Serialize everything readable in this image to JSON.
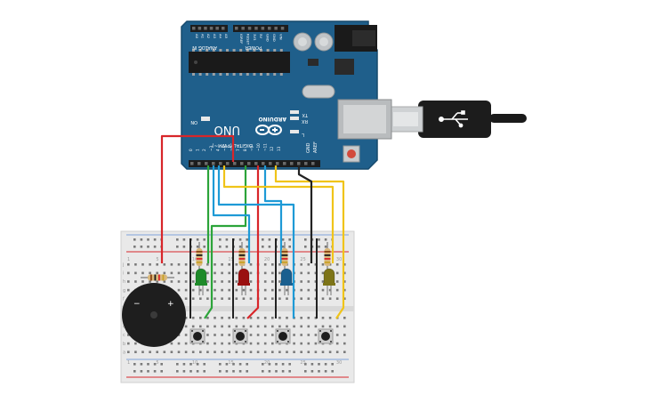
{
  "board": {
    "brand": "ARDUINO",
    "model": "UNO",
    "digital_label": "DIGITAL (PWM~)",
    "power_label": "POWER",
    "analog_label": "ANALOG IN",
    "led_labels": {
      "on": "ON",
      "tx": "TX",
      "rx": "RX",
      "l": "L"
    },
    "gnd_label": "GND",
    "aref_label": "AREF",
    "digital_pins": [
      "0",
      "1",
      "2",
      "~3",
      "4",
      "~5",
      "~6",
      "7",
      "8",
      "~9",
      "~10",
      "~11",
      "12",
      "13"
    ],
    "power_pins": [
      "IOREF",
      "RESET",
      "3V3",
      "5V",
      "GND",
      "GND",
      "VIN"
    ],
    "analog_pins": [
      "A0",
      "A1",
      "A2",
      "A3",
      "A4",
      "A5"
    ],
    "board_color": "#1f5f8b",
    "header_color": "#1c1c1c"
  },
  "breadboard": {
    "column_numbers": [
      "1",
      "5",
      "10",
      "15",
      "20",
      "25",
      "30"
    ],
    "row_letters_top": [
      "j",
      "i",
      "h",
      "g",
      "f"
    ],
    "row_letters_bottom": [
      "e",
      "d",
      "c",
      "b",
      "a"
    ]
  },
  "components": {
    "led_colors": [
      "#1f8a2a",
      "#9a1010",
      "#1a5f8f",
      "#7d7418"
    ],
    "wire_colors": {
      "red": "#d8262a",
      "green": "#2ca43a",
      "blue": "#1e9ad6",
      "yellow": "#f0c419",
      "black": "#222222"
    }
  }
}
